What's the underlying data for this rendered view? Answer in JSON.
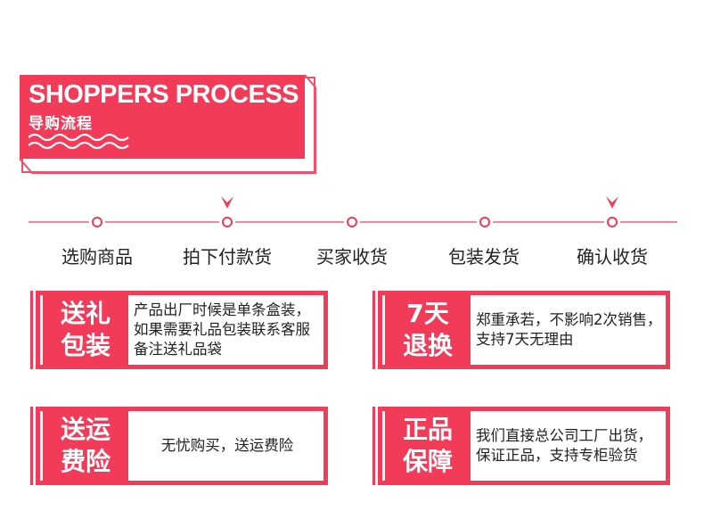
{
  "banner": {
    "title": "SHOPPERS PROCESS",
    "subtitle": "导购流程",
    "icon": "wave-decoration"
  },
  "process": {
    "steps": [
      {
        "label": "选购商品",
        "highlighted": false
      },
      {
        "label": "拍下付款货",
        "highlighted": true
      },
      {
        "label": "买家收货",
        "highlighted": false
      },
      {
        "label": "包装发货",
        "highlighted": false
      },
      {
        "label": "确认收货",
        "highlighted": true
      }
    ]
  },
  "cards": [
    {
      "tag_line1": "送礼",
      "tag_line2": "包装",
      "text": "产品出厂时候是单条盒装，如果需要礼品包装联系客服备注送礼品袋"
    },
    {
      "tag_line1": "7天",
      "tag_line2": "退换",
      "text": "郑重承若，不影响2次销售，支持7天无理由"
    },
    {
      "tag_line1": "送运",
      "tag_line2": "费险",
      "text": "无忧购买，送运费险"
    },
    {
      "tag_line1": "正品",
      "tag_line2": "保障",
      "text": "我们直接总公司工厂出货，保证正品，支持专柜验货"
    }
  ],
  "colors": {
    "accent": "#f23a59",
    "text": "#222222",
    "background": "#ffffff"
  }
}
